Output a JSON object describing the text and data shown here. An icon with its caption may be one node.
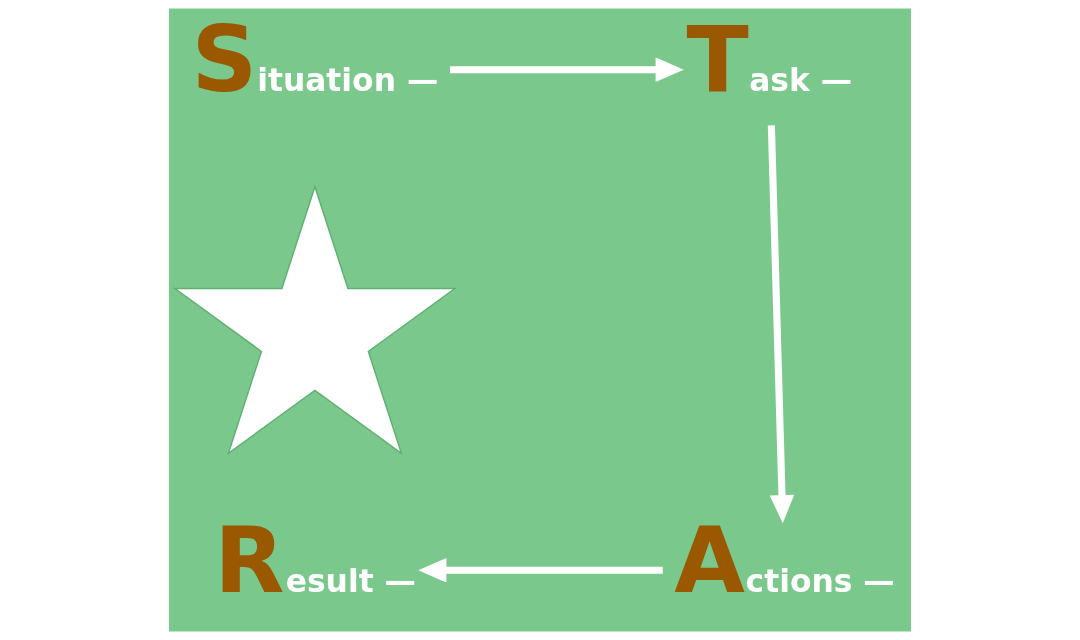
{
  "diagram": {
    "nodes": [
      {
        "text": [
          "Situation —"
        ]
      },
      {
        "text": [
          "Task —"
        ]
      },
      {
        "text": [],
        "shape": "star"
      },
      {
        "text": [
          "Result —"
        ]
      },
      {
        "text": [
          "Actions —"
        ]
      }
    ],
    "edges": [
      {
        "from": 0,
        "to": 1,
        "arrow": "to"
      },
      {
        "from": 1,
        "to": 4,
        "arrow": "to"
      },
      {
        "from": 4,
        "to": 3,
        "arrow": "to"
      }
    ]
  }
}
